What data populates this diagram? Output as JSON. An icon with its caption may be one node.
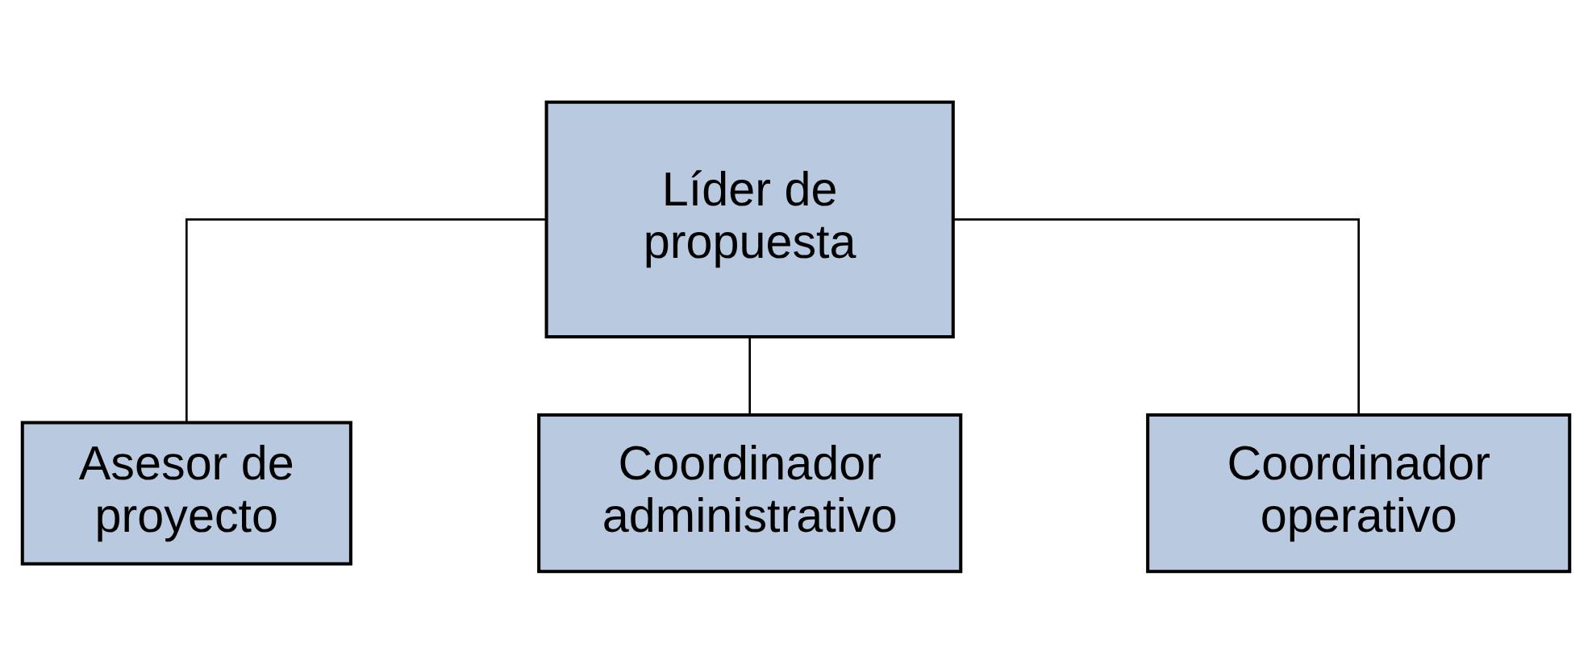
{
  "diagram": {
    "nodes": [
      {
        "text": [
          "Líder de propuesta"
        ]
      },
      {
        "text": [
          "Asesor de proyecto"
        ]
      },
      {
        "text": [
          "Coordinador administrativo"
        ]
      },
      {
        "text": [
          "Coordinador operativo"
        ]
      }
    ],
    "edges": [
      {
        "from": 0,
        "to": 1,
        "arrow": "none"
      },
      {
        "from": 0,
        "to": 2,
        "arrow": "none"
      },
      {
        "from": 0,
        "to": 3,
        "arrow": "none"
      }
    ]
  }
}
